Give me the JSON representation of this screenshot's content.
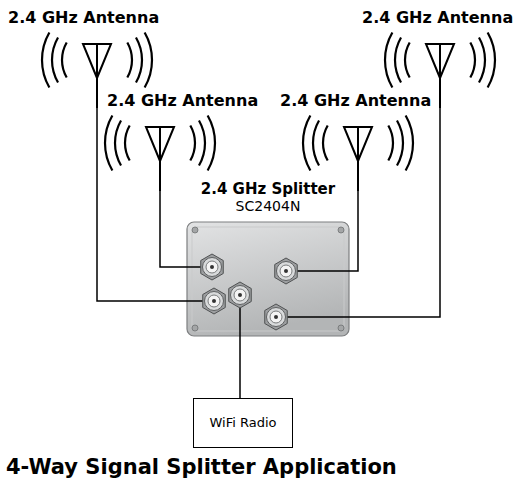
{
  "diagram": {
    "title": "4-Way Signal Splitter Application",
    "nodes": [
      {
        "text": [
          "2.4 GHz Antenna"
        ]
      },
      {
        "text": [
          "2.4 GHz Antenna"
        ]
      },
      {
        "text": [
          "2.4 GHz Antenna"
        ]
      },
      {
        "text": [
          "2.4 GHz Antenna"
        ]
      },
      {
        "text": [
          "2.4 GHz Splitter",
          "SC2404N"
        ]
      },
      {
        "text": [
          "WiFi Radio"
        ]
      }
    ],
    "edges": [
      {
        "from": 0,
        "to": 4,
        "arrow": "none"
      },
      {
        "from": 2,
        "to": 4,
        "arrow": "none"
      },
      {
        "from": 3,
        "to": 4,
        "arrow": "none"
      },
      {
        "from": 1,
        "to": 4,
        "arrow": "none"
      },
      {
        "from": 4,
        "to": 5,
        "arrow": "none"
      }
    ]
  }
}
